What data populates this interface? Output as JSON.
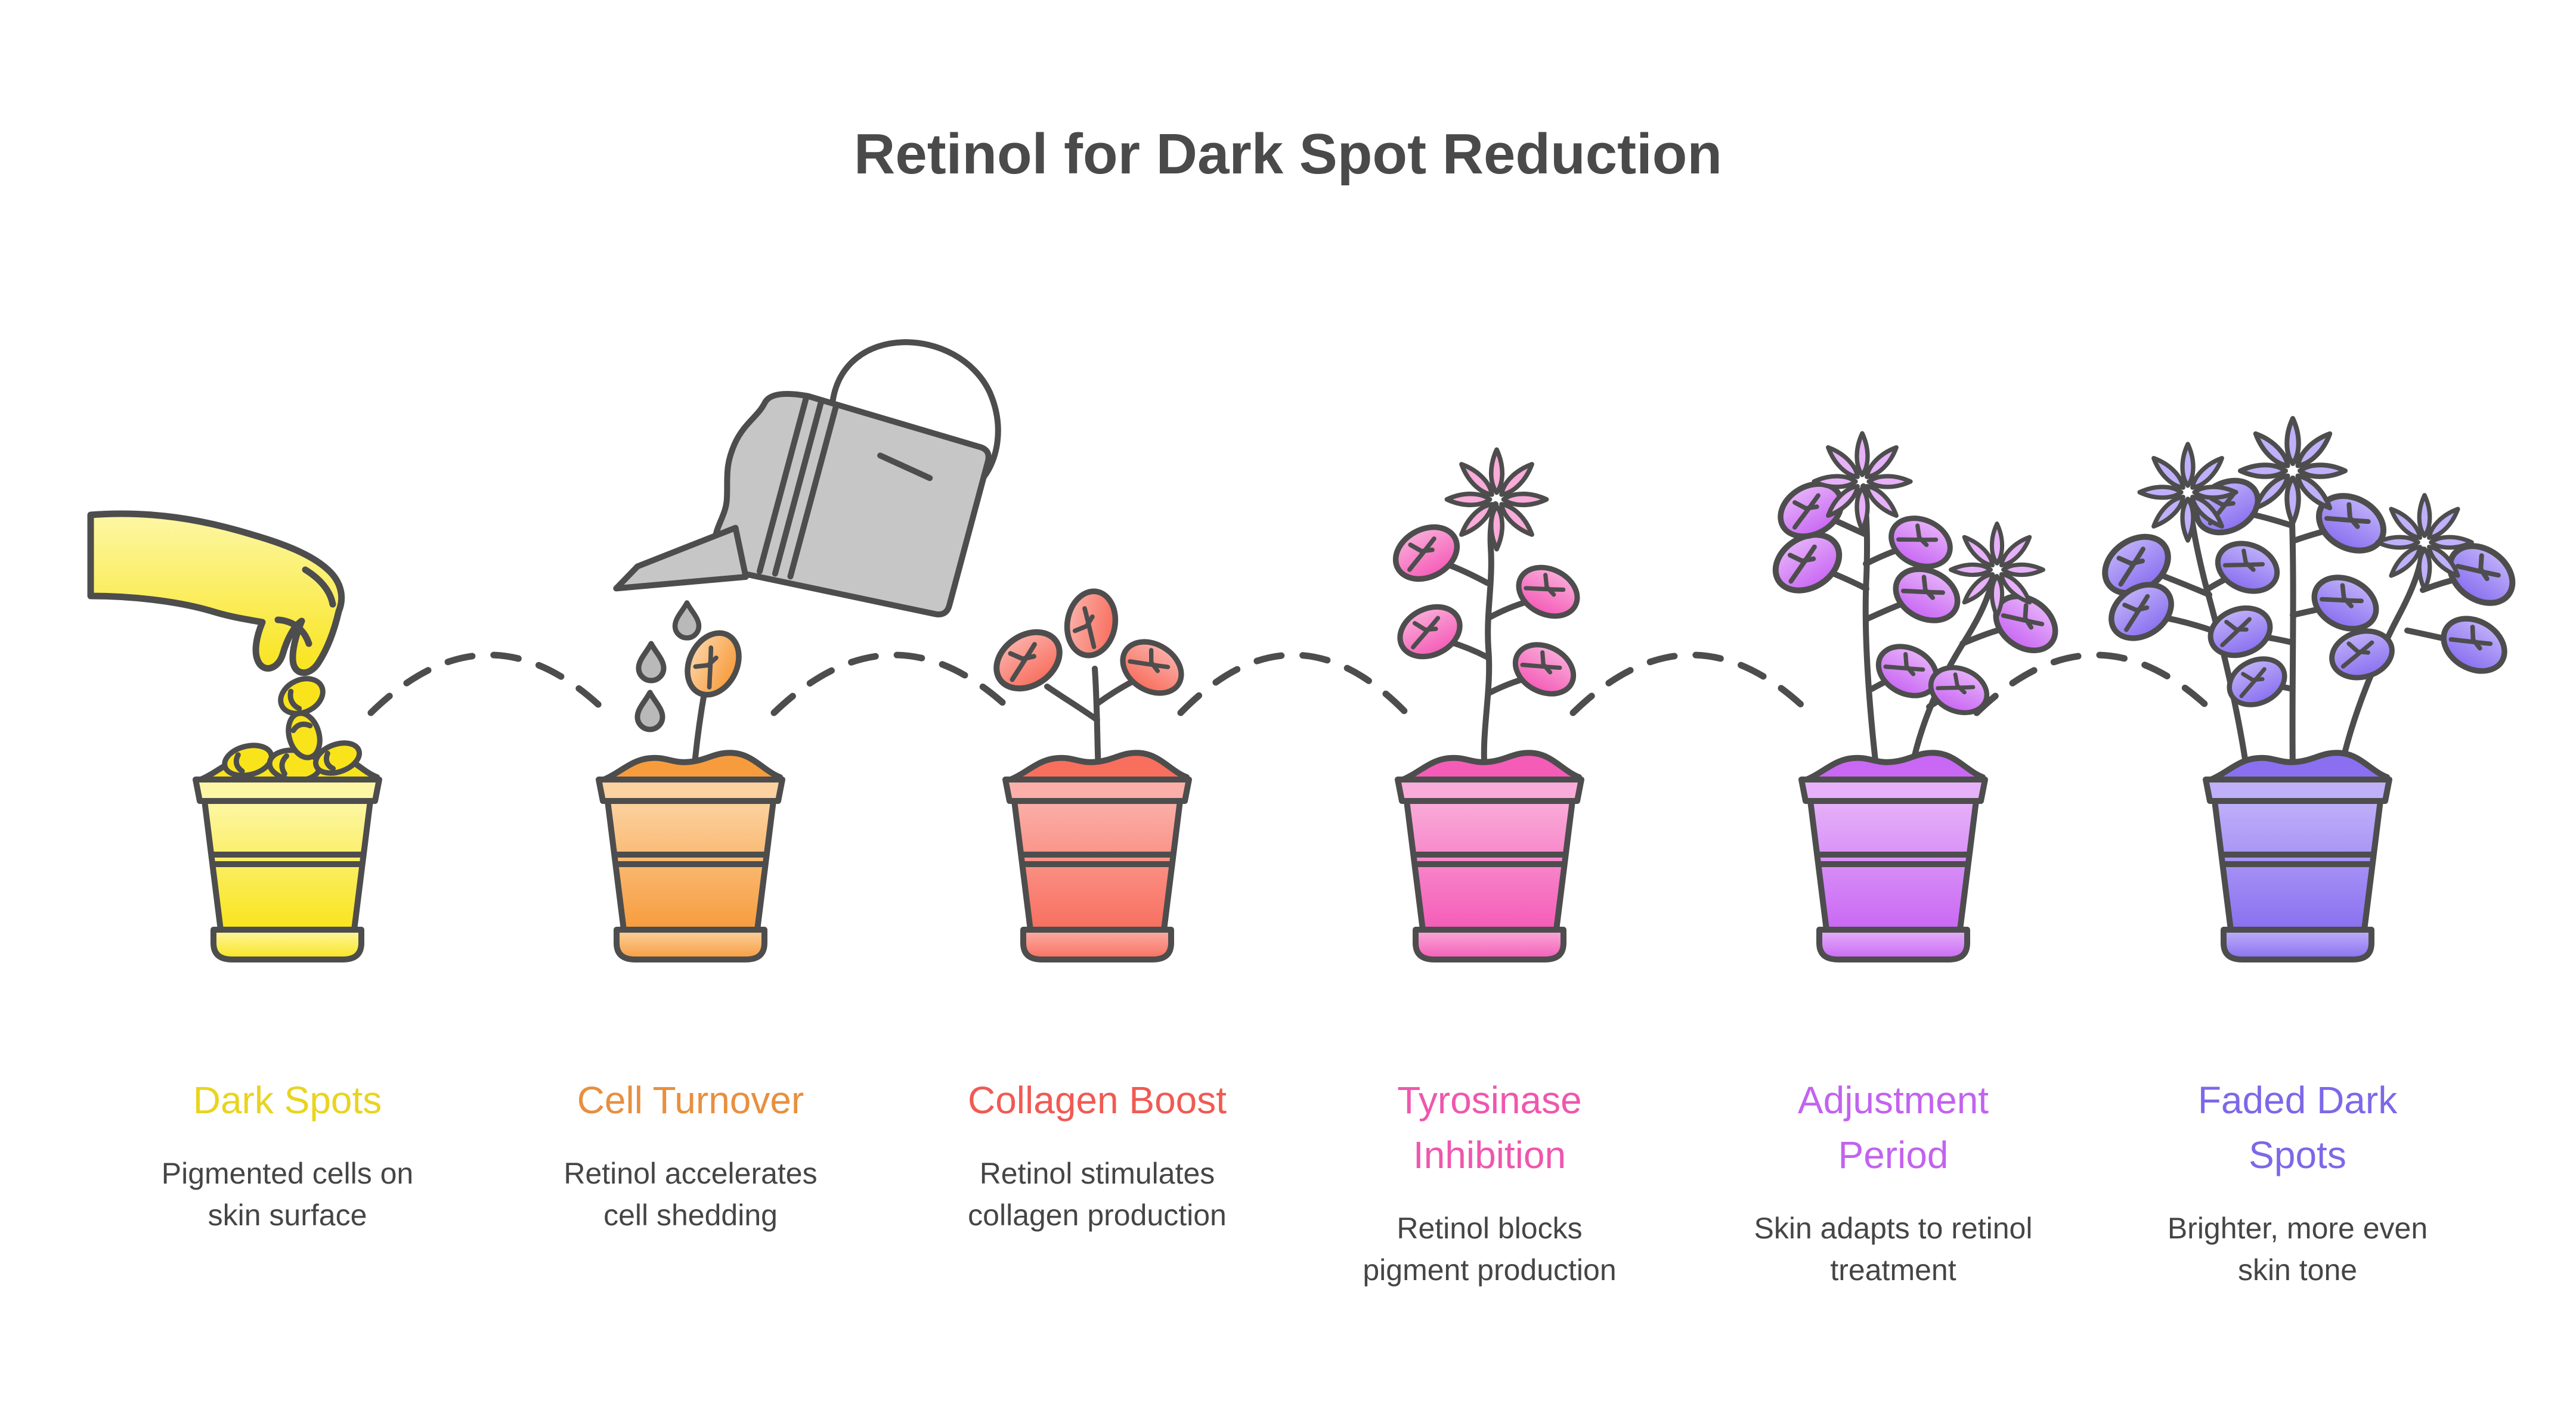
{
  "title": {
    "text": "Retinol for Dark Spot Reduction",
    "color": "#4a4a4a"
  },
  "stages": [
    {
      "name": "Dark Spots",
      "description": "Pigmented cells on skin surface",
      "heading_color": "#e9d41e",
      "pot_light": "#fdf7a5",
      "pot_main": "#f9e41c"
    },
    {
      "name": "Cell Turnover",
      "description": "Retinol accelerates cell shedding",
      "heading_color": "#e88f3e",
      "pot_light": "#fcd2a0",
      "pot_main": "#f79c3d"
    },
    {
      "name": "Collagen Boost",
      "description": "Retinol stimulates collagen production",
      "heading_color": "#f05a53",
      "pot_light": "#fbafa8",
      "pot_main": "#f86f5e"
    },
    {
      "name": "Tyrosinase Inhibition",
      "description": "Retinol blocks pigment production",
      "heading_color": "#ee57ae",
      "pot_light": "#f9abd9",
      "pot_main": "#f55cb8"
    },
    {
      "name": "Adjustment Period",
      "description": "Skin adapts to retinol treatment",
      "heading_color": "#c263ef",
      "pot_light": "#e6b1f9",
      "pot_main": "#c968f4"
    },
    {
      "name": "Faded Dark Spots",
      "description": "Brighter, more even skin tone",
      "heading_color": "#7d68e8",
      "pot_light": "#bfb0f9",
      "pot_main": "#8a70f0"
    }
  ],
  "colors": {
    "outline": "#4d4d4d",
    "text": "#454545",
    "water_gray": "#b9b9b9",
    "can_gray": "#c6c6c6"
  },
  "icons": {
    "stage1": "hand-dropping-seed-icon",
    "stage2": "watering-can-icon",
    "connector": "dashed-arc"
  }
}
